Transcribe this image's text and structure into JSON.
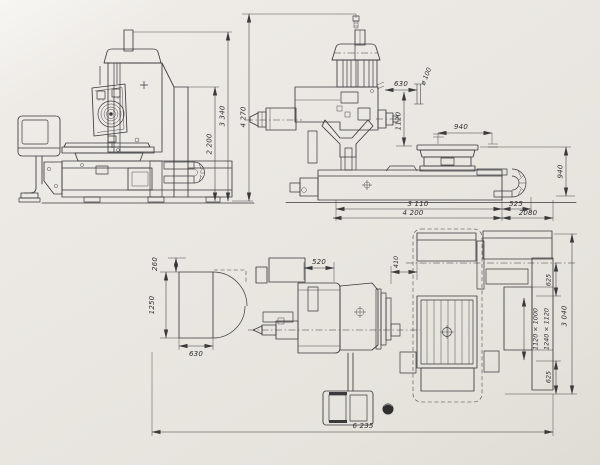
{
  "colors": {
    "paper": "#ebe9e4",
    "ink": "#3a3a3c"
  },
  "drawing_type": "machine-tool three-view dimensioned technical drawing",
  "dims": {
    "front": {
      "d2200": "2 200",
      "d3340": "3 340",
      "d4270": "4 270"
    },
    "side": {
      "d630": "630",
      "d100": "ø 100",
      "d1120": "1120",
      "d940_table": "940",
      "d940_height": "940",
      "d3110": "3 110",
      "d525": "525",
      "d4200": "4 200",
      "d2080": "2080"
    },
    "plan": {
      "d260": "260",
      "d1250": "1250",
      "d630_cabinet": "630",
      "d520": "520",
      "d410": "410",
      "d625_top": "625",
      "dtable_a": "1120 × 1000",
      "dtable_b": "1240 × 1120",
      "d3040": "3 040",
      "d625_bottom": "625",
      "d6235": "6 235"
    }
  }
}
